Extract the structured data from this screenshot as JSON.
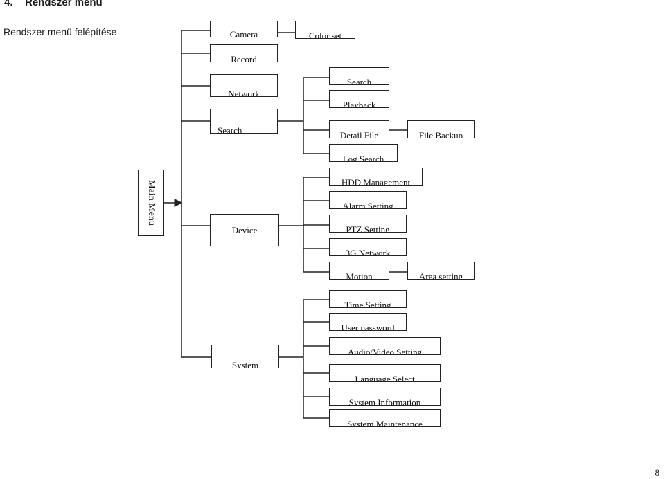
{
  "header": {
    "section_number": "4.",
    "title": "Rendszer menü",
    "subtitle": "Rendszer menü felépítése"
  },
  "root": {
    "label": "Main Menu"
  },
  "menu": {
    "camera": {
      "label": "Camera",
      "children": {
        "color_set": "Color set"
      }
    },
    "record": {
      "label": "Record"
    },
    "network": {
      "label": "Network"
    },
    "search": {
      "label": "Search",
      "children": {
        "search": "Search",
        "playback": "Playback",
        "detail_file": "Detail File",
        "file_backup": "File Backup",
        "log_search": "Log Search"
      }
    },
    "device": {
      "label": "Device",
      "children": {
        "hdd_management": "HDD Management",
        "alarm_setting": "Alarm Setting",
        "ptz_setting": "PTZ Setting",
        "network_3g": "3G Network",
        "motion": "Motion",
        "area_setting": "Area setting"
      }
    },
    "system": {
      "label": "System",
      "children": {
        "time_setting": "Time Setting",
        "user_password": "User password",
        "audio_video_setting": "Audio/Video Setting",
        "language_select": "Language Select",
        "system_information": "System Information",
        "system_maintenance": "System Maintenance"
      }
    }
  },
  "footer": {
    "page_number": "8"
  }
}
